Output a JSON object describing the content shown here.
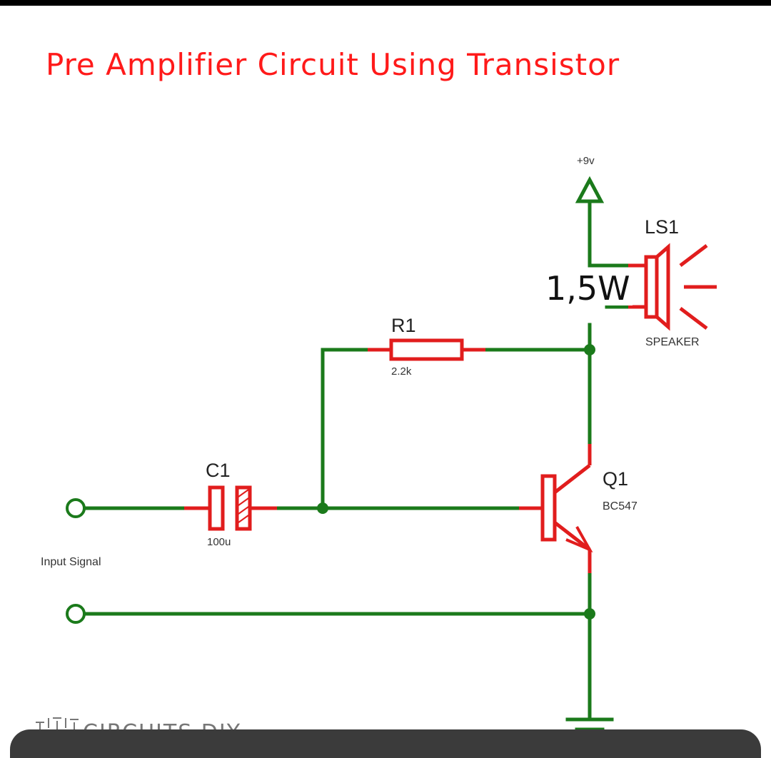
{
  "title": "Pre Amplifier Circuit Using Transistor",
  "labels": {
    "supply": "+9v",
    "speaker_ref": "LS1",
    "speaker_note": "1,5W",
    "speaker_type": "SPEAKER",
    "resistor_ref": "R1",
    "resistor_value": "2.2k",
    "capacitor_ref": "C1",
    "capacitor_value": "100u",
    "transistor_ref": "Q1",
    "transistor_type": "BC547",
    "input": "Input Signal"
  },
  "watermark": "CIRCUITS DIY",
  "colors": {
    "wire": "#1b7a1b",
    "component": "#e11d1d",
    "title": "#ff1a1a"
  }
}
